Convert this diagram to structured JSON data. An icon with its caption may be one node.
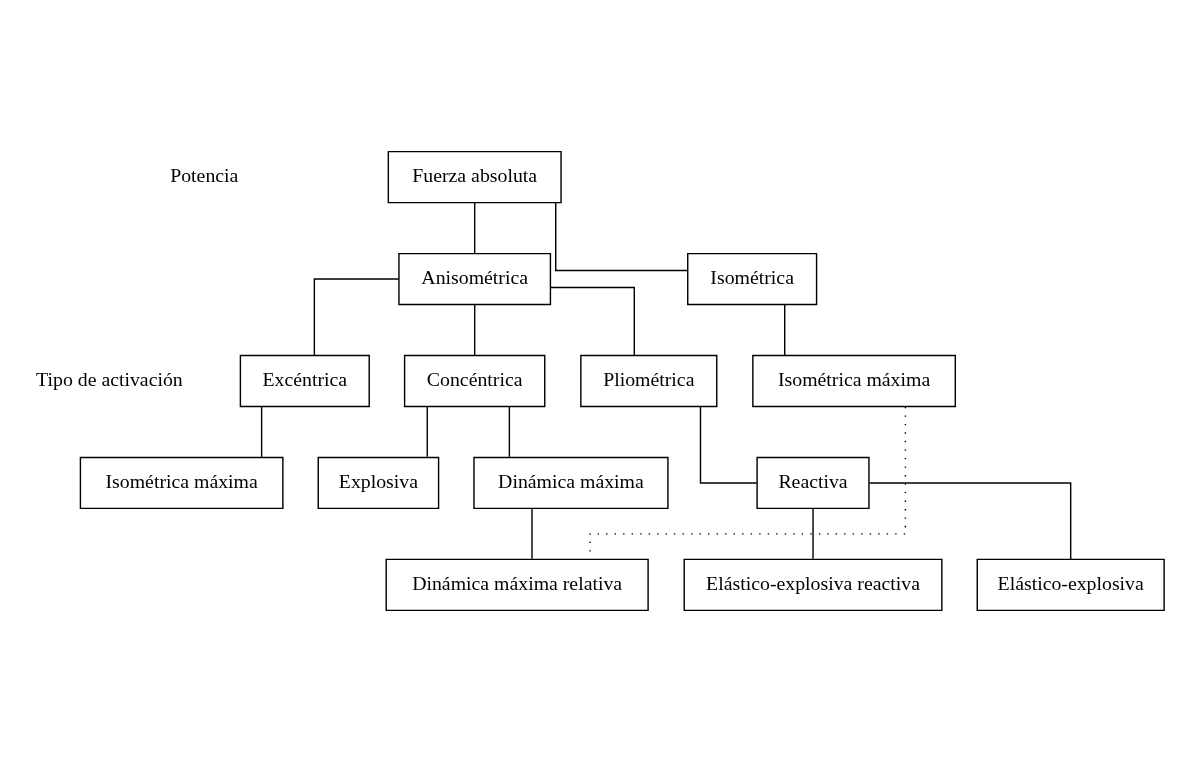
{
  "diagram": {
    "nodes": [
      {
        "text": [
          "Fuerza absoluta"
        ]
      },
      {
        "text": [
          "Isométrica"
        ]
      },
      {
        "text": [
          "Anisométrica"
        ]
      },
      {
        "text": [
          "Concéntrica"
        ]
      },
      {
        "text": [
          "Pliométrica"
        ]
      },
      {
        "text": [
          "Excéntrica"
        ]
      },
      {
        "text": [
          "Isométrica máxima"
        ]
      },
      {
        "text": [
          "Dinámica máxima"
        ]
      },
      {
        "text": [
          "Explosiva"
        ]
      },
      {
        "text": [
          "Reactiva"
        ]
      },
      {
        "text": [
          "Isométrica máxima"
        ]
      },
      {
        "text": [
          "Dinámica máxima relativa"
        ]
      },
      {
        "text": [
          "Elástico-explosiva"
        ]
      },
      {
        "text": [
          "Elástico-explosiva reactiva"
        ]
      }
    ],
    "edges": [
      {
        "from": 0,
        "to": 1,
        "arrow": "none"
      },
      {
        "from": 0,
        "to": 2,
        "arrow": "none"
      },
      {
        "from": 2,
        "to": 3,
        "arrow": "none"
      },
      {
        "from": 2,
        "to": 4,
        "arrow": "none"
      },
      {
        "from": 2,
        "to": 5,
        "arrow": "none"
      },
      {
        "from": 1,
        "to": 6,
        "arrow": "none"
      },
      {
        "from": 3,
        "to": 7,
        "arrow": "none"
      },
      {
        "from": 3,
        "to": 8,
        "arrow": "none"
      },
      {
        "from": 4,
        "to": 9,
        "arrow": "none"
      },
      {
        "from": 5,
        "to": 10,
        "arrow": "none"
      },
      {
        "from": 7,
        "to": 11,
        "arrow": "none"
      },
      {
        "from": 6,
        "to": 11,
        "arrow": "none",
        "style": "dashed"
      },
      {
        "from": 9,
        "to": 12,
        "arrow": "none"
      },
      {
        "from": 9,
        "to": 13,
        "arrow": "none"
      }
    ],
    "labels": [
      "Potencia",
      "Tipo de activación"
    ]
  }
}
